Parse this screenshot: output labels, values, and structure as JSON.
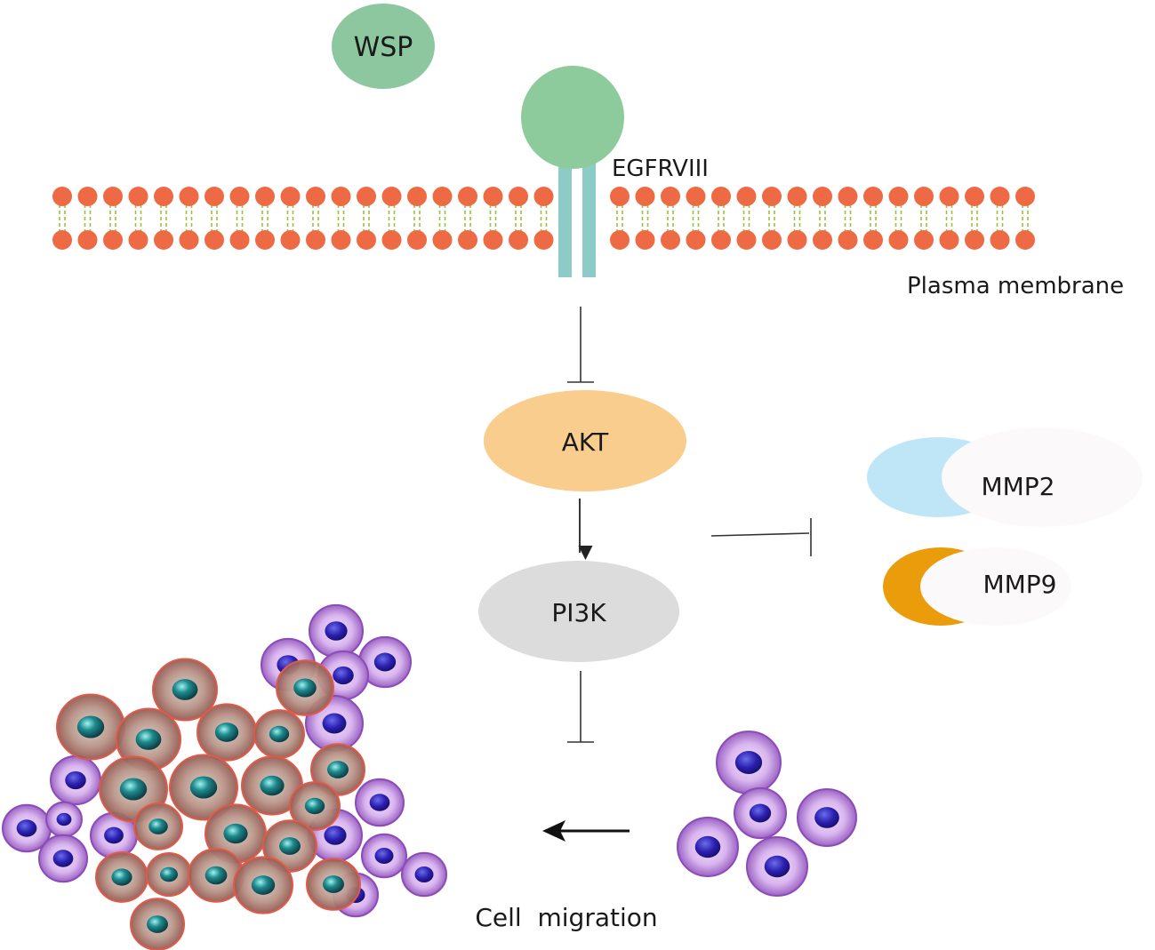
{
  "labels": {
    "wsp": "WSP",
    "receptor": "EGFRVIII",
    "membrane": "Plasma membrane",
    "akt": "AKT",
    "pi3k": "PI3K",
    "mmp2": "MMP2",
    "mmp9": "MMP9",
    "migration": "Cell  migration"
  },
  "colors": {
    "wsp": "#8cc79f",
    "receptor_head": "#8ecb9c",
    "receptor_stalk": "#8ccbc6",
    "lipid_head": "#ee6a45",
    "lipid_tail": "#9ac23c",
    "akt": "#f8cd8e",
    "pi3k": "#dcdcdc",
    "mmp2_crescent": "#bfe6f7",
    "mmp9_crescent": "#ea9c0a",
    "mmp_body": "#fbf9fa",
    "purple_cell": "#9b5dc2",
    "purple_nucleus": "#3322b8",
    "red_cell": "#a8706a",
    "red_nucleus": "#1f7a7e",
    "line": "#222222"
  },
  "icons": {
    "migration_arrow": "arrow-left-icon",
    "inhibit": "t-bar-inhibition-icon",
    "activate": "arrow-down-icon"
  }
}
